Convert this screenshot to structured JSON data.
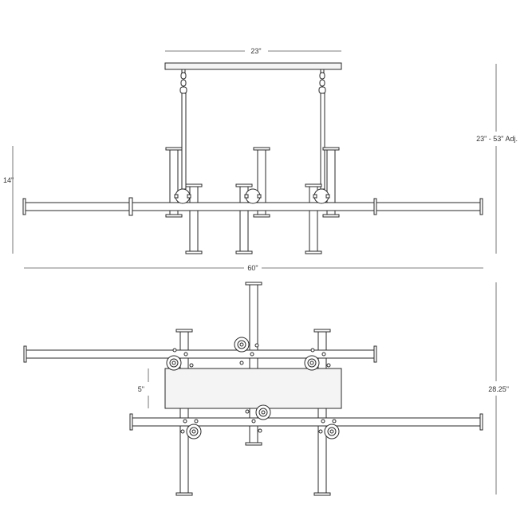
{
  "dimensions": {
    "canopy_width": "23\"",
    "overall_height": "23\" - 53\" Adj.",
    "body_height": "14\"",
    "overall_width": "60\"",
    "depth": "28.25\"",
    "canopy_depth": "5\""
  },
  "colors": {
    "line": "#2a2a2a",
    "dimension_line": "#555555",
    "fill": "#ffffff",
    "canopy_fill": "#f4f4f4"
  }
}
